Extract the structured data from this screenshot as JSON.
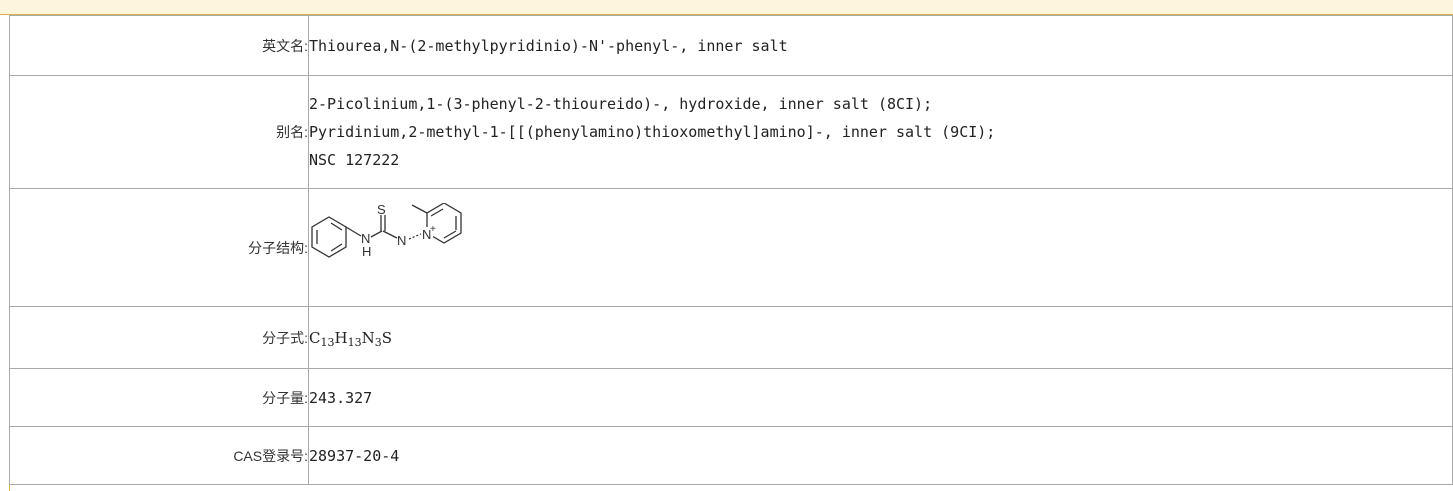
{
  "rows": {
    "english_name": {
      "label": "英文名:",
      "value": "Thiourea,N-(2-methylpyridinio)-N'-phenyl-, inner salt"
    },
    "aliases": {
      "label": "别名:",
      "values": [
        "2-Picolinium,1-(3-phenyl-2-thioureido)-, hydroxide, inner salt (8CI);",
        "Pyridinium,2-methyl-1-[[(phenylamino)thioxomethyl]amino]-, inner salt (9CI);",
        "NSC 127222"
      ]
    },
    "structure": {
      "label": "分子结构:",
      "atoms": {
        "s": "S",
        "n_left": "N",
        "h": "H",
        "n_right": "N",
        "n_ring": "N",
        "charge": "+"
      }
    },
    "formula": {
      "label": "分子式:",
      "parts": [
        {
          "sym": "C",
          "sub": "13"
        },
        {
          "sym": "H",
          "sub": "13"
        },
        {
          "sym": "N",
          "sub": "3"
        },
        {
          "sym": "S",
          "sub": ""
        }
      ]
    },
    "weight": {
      "label": "分子量:",
      "value": "243.327"
    },
    "cas": {
      "label": "CAS登录号:",
      "value": "28937-20-4"
    }
  }
}
